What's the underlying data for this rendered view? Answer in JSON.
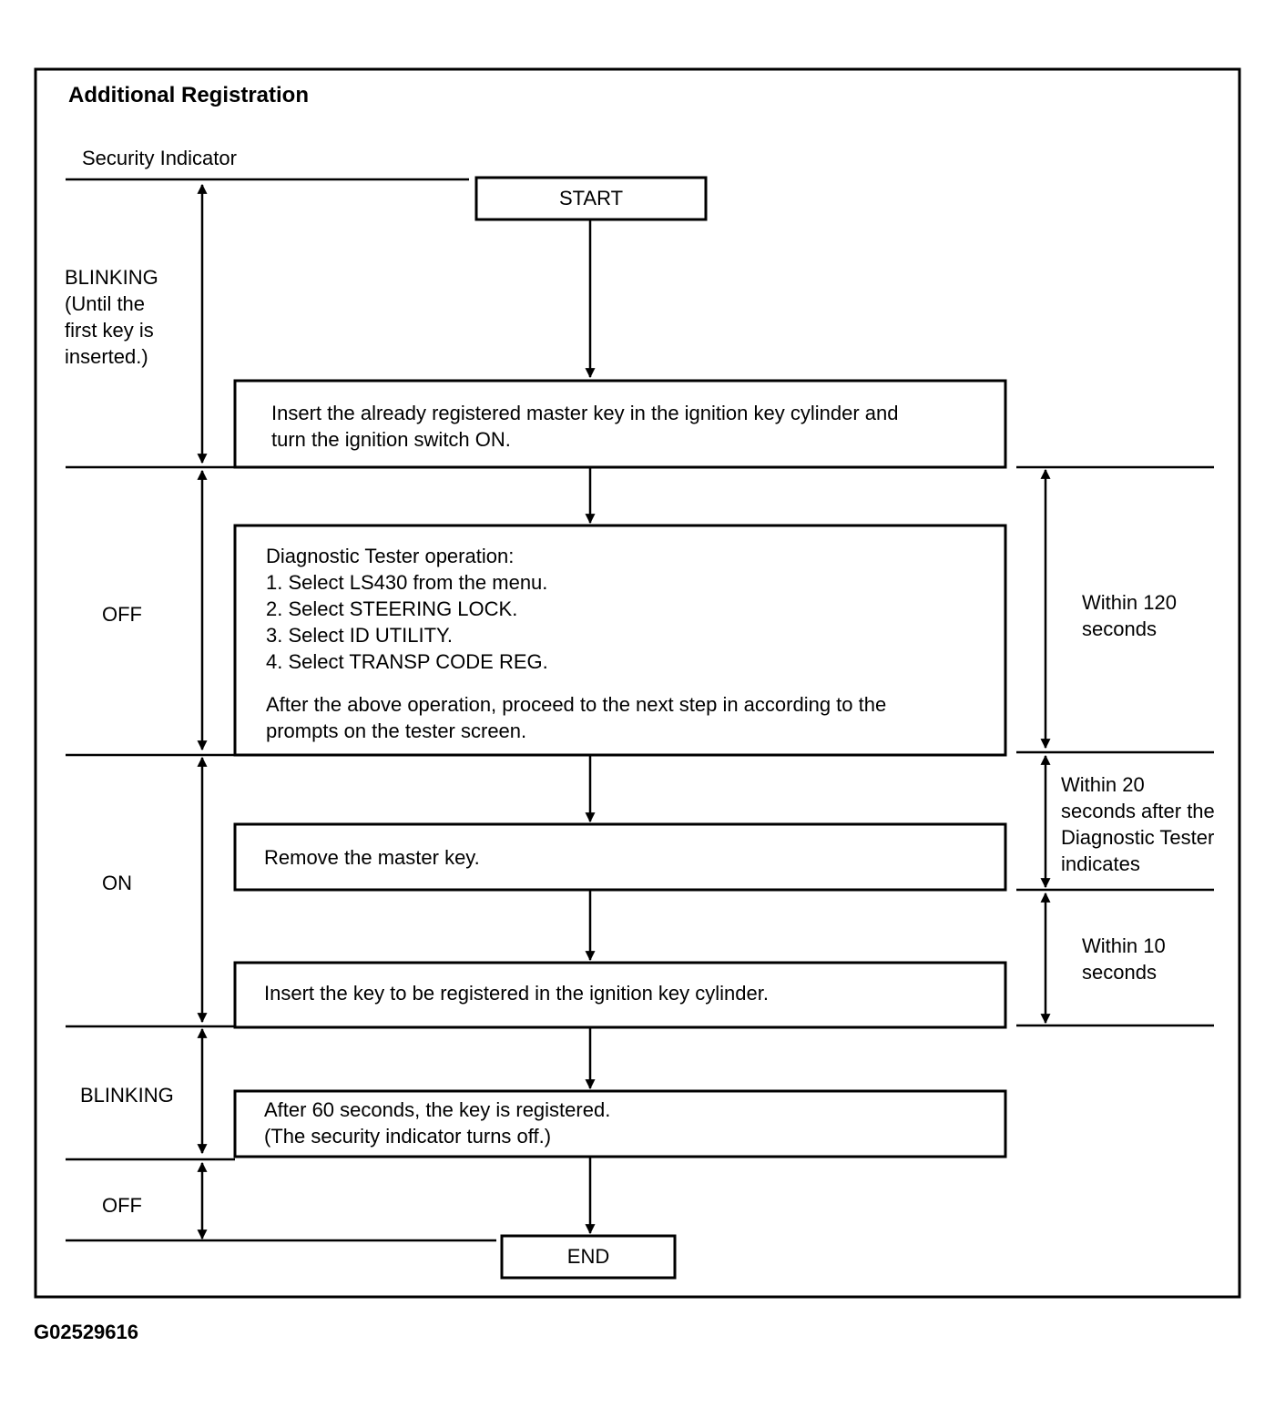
{
  "title": "Additional Registration",
  "figure_code": "G02529616",
  "indicator_header": "Security Indicator",
  "indicator_states": [
    "BLINKING\n(Until the\nfirst key is\ninserted.)",
    "OFF",
    "ON",
    "BLINKING",
    "OFF"
  ],
  "terminals": {
    "start": "START",
    "end": "END"
  },
  "steps": [
    "Insert the already registered master key in the ignition key cylinder and\nturn the ignition switch ON.",
    "Diagnostic Tester operation:\n1.  Select LS430 from the menu.\n2.  Select STEERING LOCK.\n3.  Select ID UTILITY.\n4.  Select TRANSP CODE REG.",
    "After the above operation, proceed to the next step in according to the\nprompts on the tester screen.",
    "Remove the master key.",
    "Insert the key to be registered in the ignition key cylinder.",
    "After 60 seconds, the key is registered.\n(The security indicator turns off.)"
  ],
  "timings": [
    "Within 120\nseconds",
    "Within 20\nseconds after the\nDiagnostic Tester\nindicates",
    "Within 10\nseconds"
  ],
  "colors": {
    "ink": "#000000",
    "background": "#ffffff"
  }
}
